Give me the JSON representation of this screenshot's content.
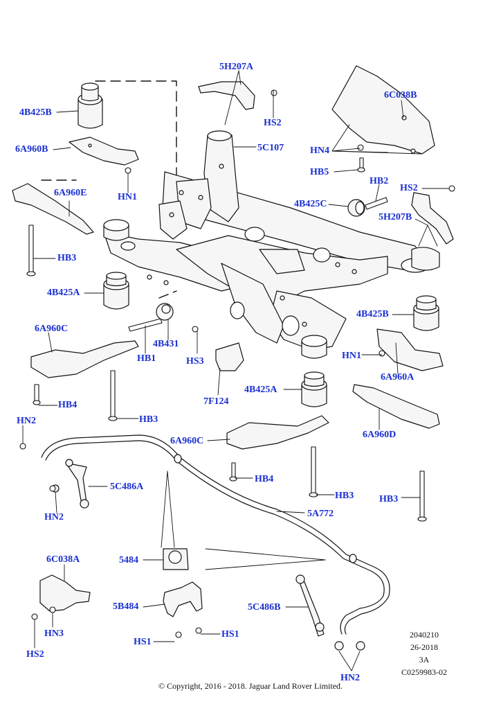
{
  "diagram": {
    "callouts": {
      "5H207A_top": "5H207A",
      "HS2_top": "HS2",
      "6C038B": "6C038B",
      "4B425B_top": "4B425B",
      "6A960B": "6A960B",
      "5C107": "5C107",
      "HN4": "HN4",
      "HB5": "HB5",
      "HN1_top": "HN1",
      "6A960E": "6A960E",
      "HB2": "HB2",
      "HS2_right": "HS2",
      "4B425C": "4B425C",
      "5H207B": "5H207B",
      "HB3_left": "HB3",
      "4B425A_left": "4B425A",
      "4B425B_right": "4B425B",
      "6A960C_left": "6A960C",
      "4B431": "4B431",
      "HB1": "HB1",
      "HS3": "HS3",
      "HN1_right": "HN1",
      "6A960A": "6A960A",
      "HB4_left": "HB4",
      "HB3_mid": "HB3",
      "7F124": "7F124",
      "4B425A_mid": "4B425A",
      "HN2_left": "HN2",
      "6A960C_mid": "6A960C",
      "6A960D": "6A960D",
      "HB4_mid": "HB4",
      "5C486A": "5C486A",
      "HB3_center": "HB3",
      "HB3_right": "HB3",
      "HN2_left2": "HN2",
      "5A772": "5A772",
      "6C038A": "6C038A",
      "5484": "5484",
      "5B484": "5B484",
      "5C486B": "5C486B",
      "HN3": "HN3",
      "HS1_right": "HS1",
      "HS1_left": "HS1",
      "HS2_bottom": "HS2",
      "HN2_bottom": "HN2"
    },
    "meta": {
      "code": "2040210",
      "date": "26-2018",
      "rev": "3A",
      "ref": "C0259983-02"
    },
    "copyright": "© Copyright, 2016 - 2018. Jaguar Land Rover Limited.",
    "colors": {
      "callout": "#1a2fd1",
      "line": "#111111",
      "part_fill": "#f4f4f4"
    }
  }
}
